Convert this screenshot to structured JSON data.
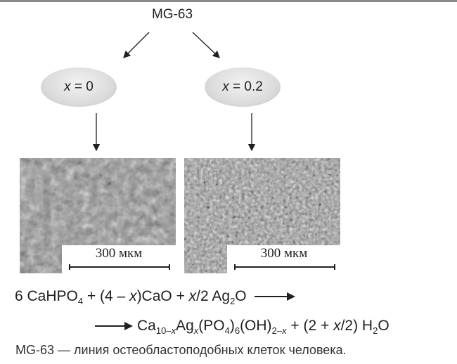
{
  "root_label": "MG-63",
  "branches": [
    {
      "var": "x",
      "eq": "=",
      "value": "0",
      "scale_label": "300 мкм"
    },
    {
      "var": "x",
      "eq": "=",
      "value": "0.2",
      "scale_label": "300 мкм"
    }
  ],
  "equation": {
    "line1": {
      "a": "6 CaHPO",
      "a_sub": "4",
      "b": " + (4 – ",
      "x1": "x",
      "c": ")CaO + ",
      "x2": "x",
      "d": "/2 Ag",
      "d_sub": "2",
      "e": "O"
    },
    "line2": {
      "a": "Ca",
      "a_sub1": "10–",
      "a_subx": "x",
      "b": "Ag",
      "b_subx": "x",
      "c": "(PO",
      "c_sub": "4",
      "d": ")",
      "d_sub": "6",
      "e": "(OH)",
      "e_sub1": "2–",
      "e_subx": "x",
      "f": " + (2 + ",
      "x": "x",
      "g": "/2) H",
      "g_sub": "2",
      "h": "O"
    }
  },
  "caption": "MG-63 — линия остеобластоподобных клеток человека."
}
